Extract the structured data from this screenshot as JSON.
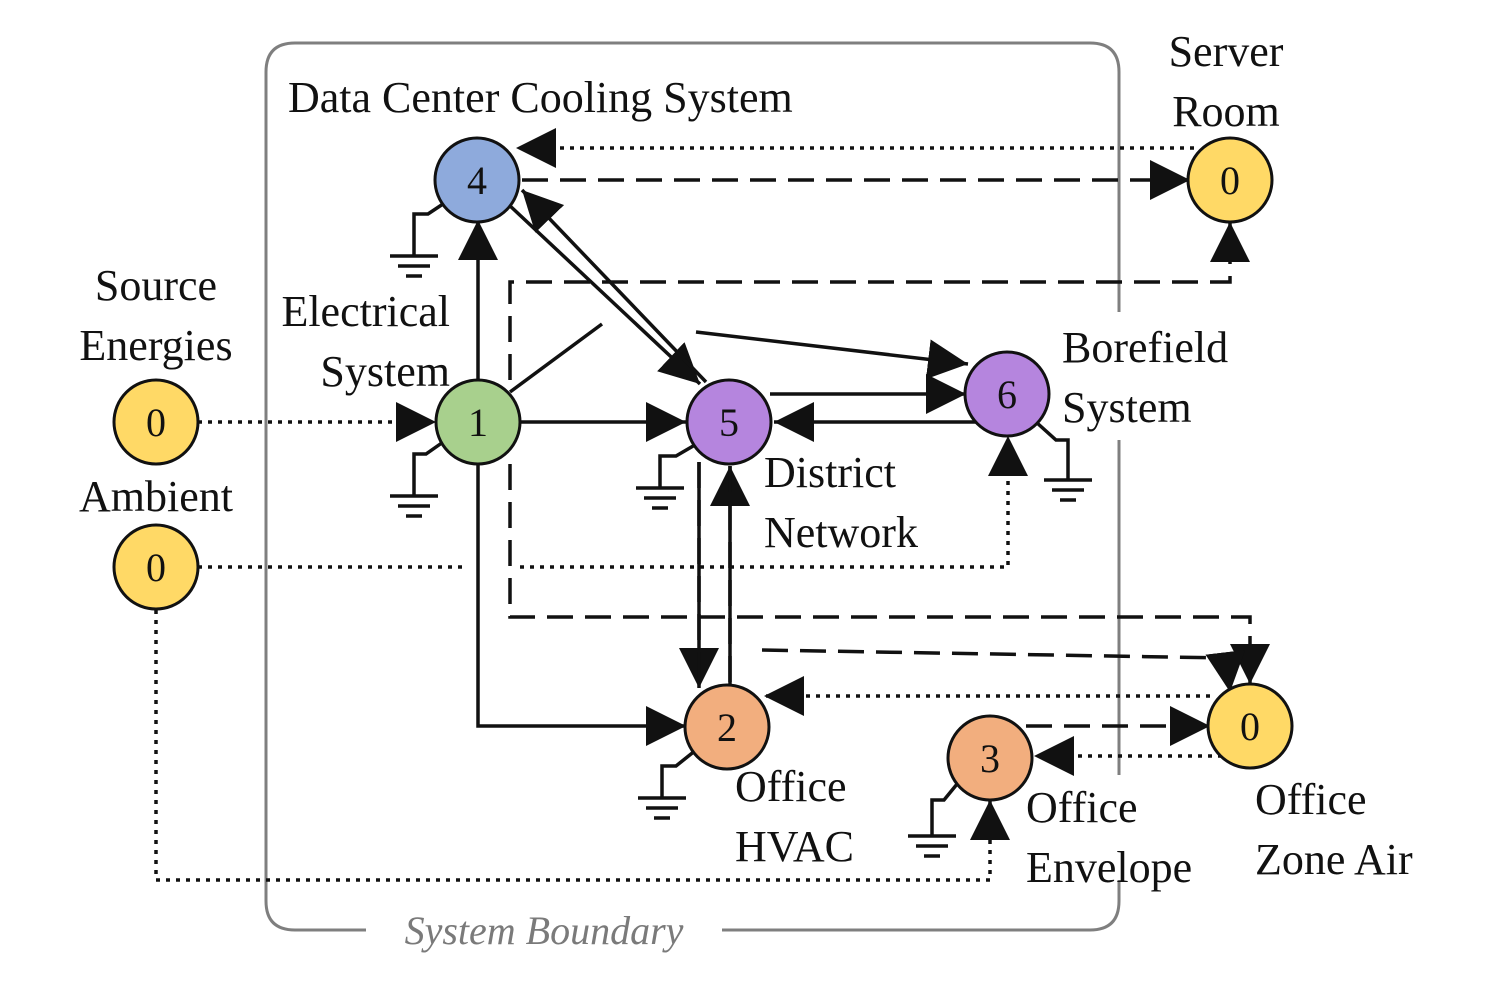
{
  "boundary": {
    "label": "System Boundary"
  },
  "colors": {
    "node4": "#8eaadc",
    "node1": "#a8d08d",
    "node5": "#b585de",
    "node6": "#b585de",
    "node2": "#f2ae7e",
    "node3": "#f2ae7e",
    "external": "#ffd966"
  },
  "nodes": {
    "n4": {
      "num": "4",
      "label": [
        "Data Center Cooling System"
      ]
    },
    "n1": {
      "num": "1",
      "label": [
        "Electrical",
        "System"
      ]
    },
    "n5": {
      "num": "5",
      "label": [
        "District",
        "Network"
      ]
    },
    "n6": {
      "num": "6",
      "label": [
        "Borefield",
        "System"
      ]
    },
    "n2": {
      "num": "2",
      "label": [
        "Office",
        "HVAC"
      ]
    },
    "n3": {
      "num": "3",
      "label": [
        "Office",
        "Envelope"
      ]
    },
    "server": {
      "num": "0",
      "label": [
        "Server",
        "Room"
      ]
    },
    "source": {
      "num": "0",
      "label": [
        "Source",
        "Energies"
      ]
    },
    "ambient": {
      "num": "0",
      "label": [
        "Ambient"
      ]
    },
    "zone": {
      "num": "0",
      "label": [
        "Office",
        "Zone Air"
      ]
    }
  }
}
